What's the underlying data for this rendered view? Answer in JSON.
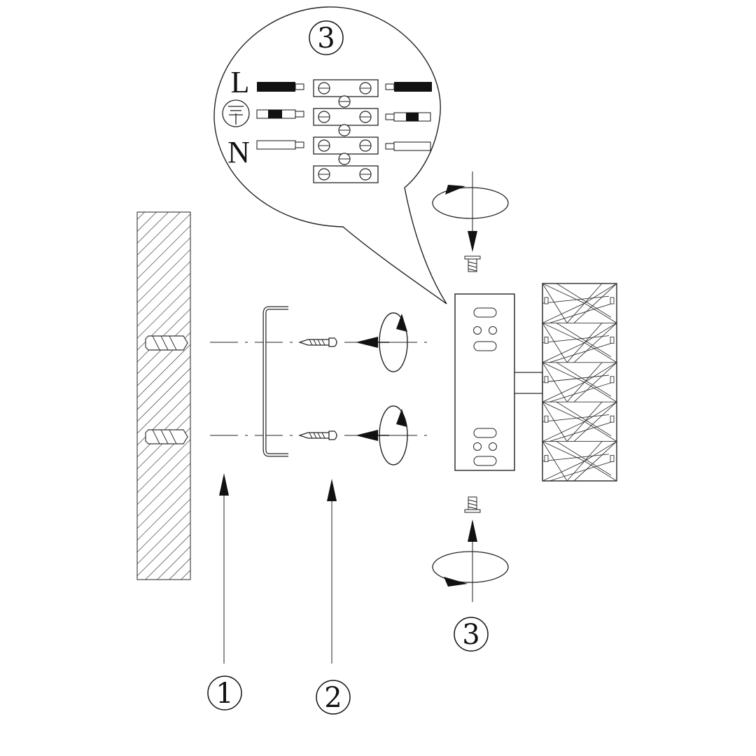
{
  "diagram": {
    "bubble": {
      "step_label": "3",
      "wires": [
        {
          "label": "L",
          "kind": "live"
        },
        {
          "label": "",
          "kind": "earth",
          "icon": "earth-ground-icon"
        },
        {
          "label": "N",
          "kind": "neutral"
        }
      ]
    },
    "steps": [
      {
        "number": "1"
      },
      {
        "number": "2"
      },
      {
        "number": "3"
      }
    ],
    "colors": {
      "line": "#111111",
      "background": "#ffffff"
    }
  }
}
